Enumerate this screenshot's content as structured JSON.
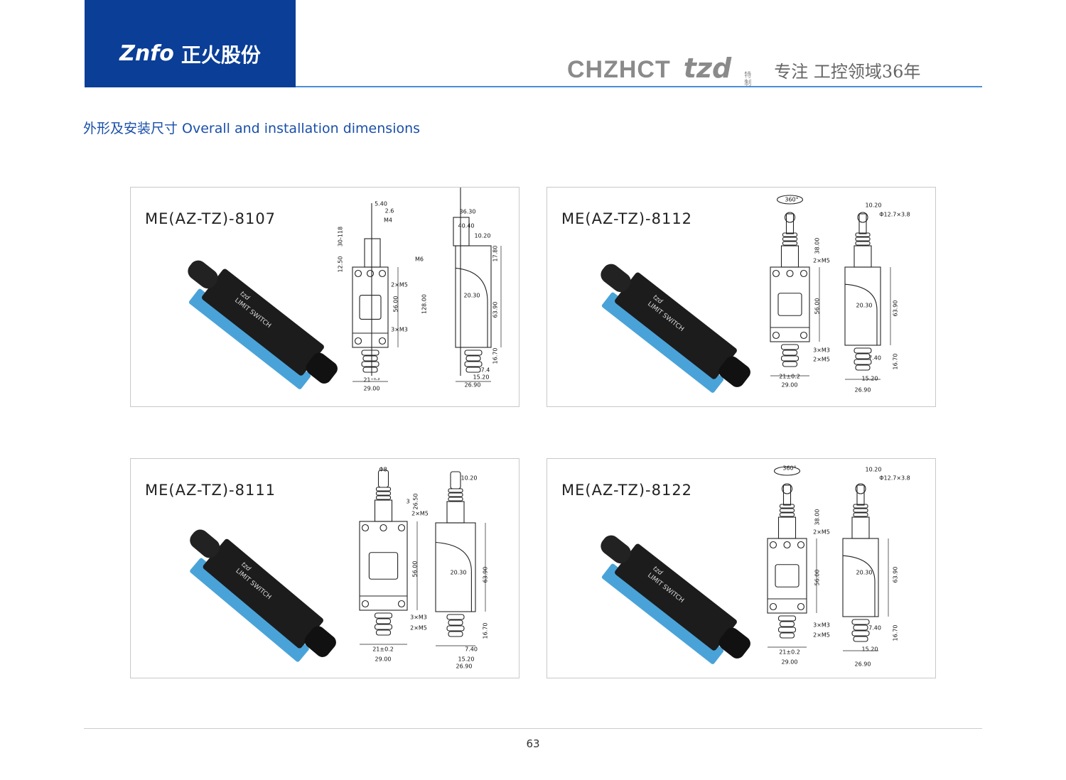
{
  "header": {
    "brand_latin": "Znfo",
    "brand_cn": "正火股份",
    "tagline_brand1": "CHZHCT",
    "tagline_brand2": "tzd",
    "tagline_small": "特制",
    "tagline_slogan": "专注 工控领域36年"
  },
  "section_title": "外形及安装尺寸 Overall and installation dimensions",
  "panels": [
    {
      "model": "ME(AZ-TZ)-8107",
      "actuator": "rod-lever",
      "front_labels": [
        "5.40",
        "2.6",
        "M4",
        "30-118",
        "12.50",
        "2×M5",
        "56.00",
        "3×M3",
        "21⁺⁰·²",
        "29.00"
      ],
      "side_labels": [
        "36.30",
        "40.40",
        "M6",
        "128.00",
        "10.20",
        "17.80",
        "20.30",
        "63.90",
        "16.70",
        "7.4",
        "15.20",
        "26.90"
      ]
    },
    {
      "model": "ME(AZ-TZ)-8112",
      "actuator": "top-roller-plunger",
      "front_labels": [
        "360°",
        "38.00",
        "2×M5",
        "56.00",
        "3×M3",
        "2×M5",
        "21±0.2",
        "29.00"
      ],
      "side_labels": [
        "10.20",
        "Φ12.7×3.8",
        "20.30",
        "63.90",
        "7.40",
        "16.70",
        "15.20",
        "26.90"
      ]
    },
    {
      "model": "ME(AZ-TZ)-8111",
      "actuator": "plunger",
      "front_labels": [
        "Φ8",
        "3",
        "26.50",
        "2×M5",
        "56.00",
        "3×M3",
        "2×M5",
        "21±0.2",
        "29.00"
      ],
      "side_labels": [
        "10.20",
        "20.30",
        "63.90",
        "16.70",
        "7.40",
        "15.20",
        "26.90"
      ]
    },
    {
      "model": "ME(AZ-TZ)-8122",
      "actuator": "cross-roller-plunger",
      "front_labels": [
        "360°",
        "38.00",
        "2×M5",
        "56.00",
        "3×M3",
        "2×M5",
        "21±0.2",
        "29.00"
      ],
      "side_labels": [
        "10.20",
        "Φ12.7×3.8",
        "20.30",
        "63.90",
        "7.40",
        "16.70",
        "15.20",
        "26.90"
      ]
    }
  ],
  "product_marking": {
    "logo": "tzd",
    "text": "LIMIT SWITCH"
  },
  "page_number": "63",
  "colors": {
    "brand_blue": "#0a3e97",
    "section_blue": "#1a4fa8",
    "body_black": "#1c1c1c",
    "base_blue": "#4aa3d8"
  }
}
